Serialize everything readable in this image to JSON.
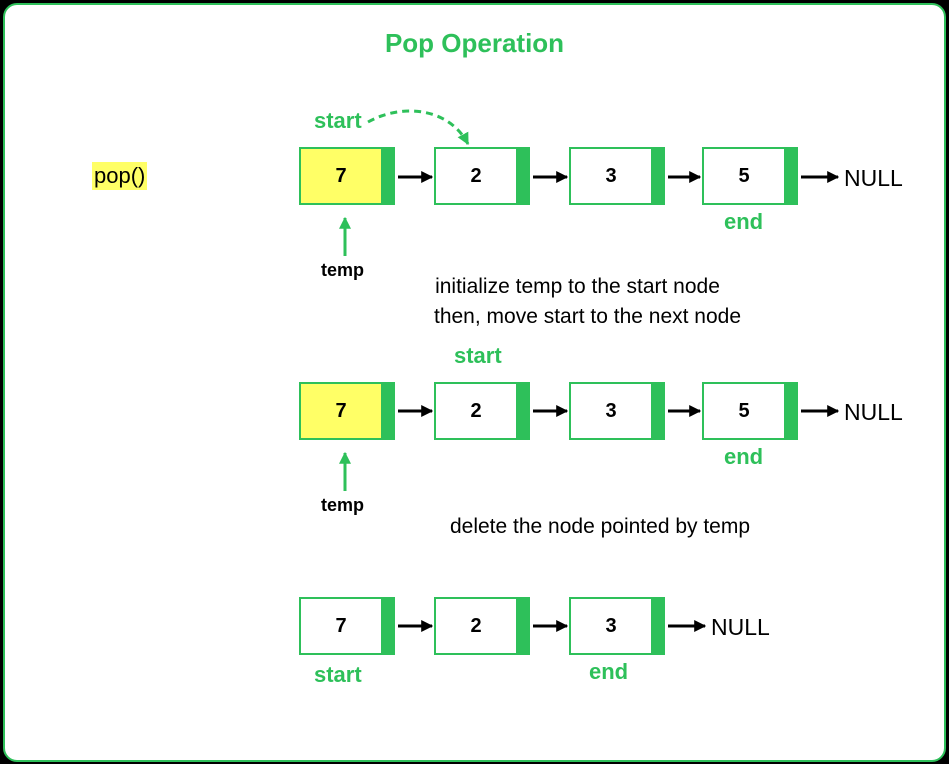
{
  "title": "Pop Operation",
  "call": "pop()",
  "rows": [
    {
      "nodes": [
        "7",
        "2",
        "3",
        "5"
      ],
      "null_label": "NULL",
      "start_label": "start",
      "end_label": "end",
      "temp_label": "temp"
    },
    {
      "nodes": [
        "7",
        "2",
        "3",
        "5"
      ],
      "null_label": "NULL",
      "start_label": "start",
      "end_label": "end",
      "temp_label": "temp"
    },
    {
      "nodes": [
        "7",
        "2",
        "3"
      ],
      "null_label": "NULL",
      "start_label": "start",
      "end_label": "end"
    }
  ],
  "steps": [
    {
      "line1": "initialize temp to the start node",
      "line2": "then, move start to the next node"
    },
    {
      "line1": "delete the node pointed by temp"
    }
  ],
  "colors": {
    "accent": "#2ec05a",
    "highlight": "#ffff66",
    "text": "#000000"
  }
}
